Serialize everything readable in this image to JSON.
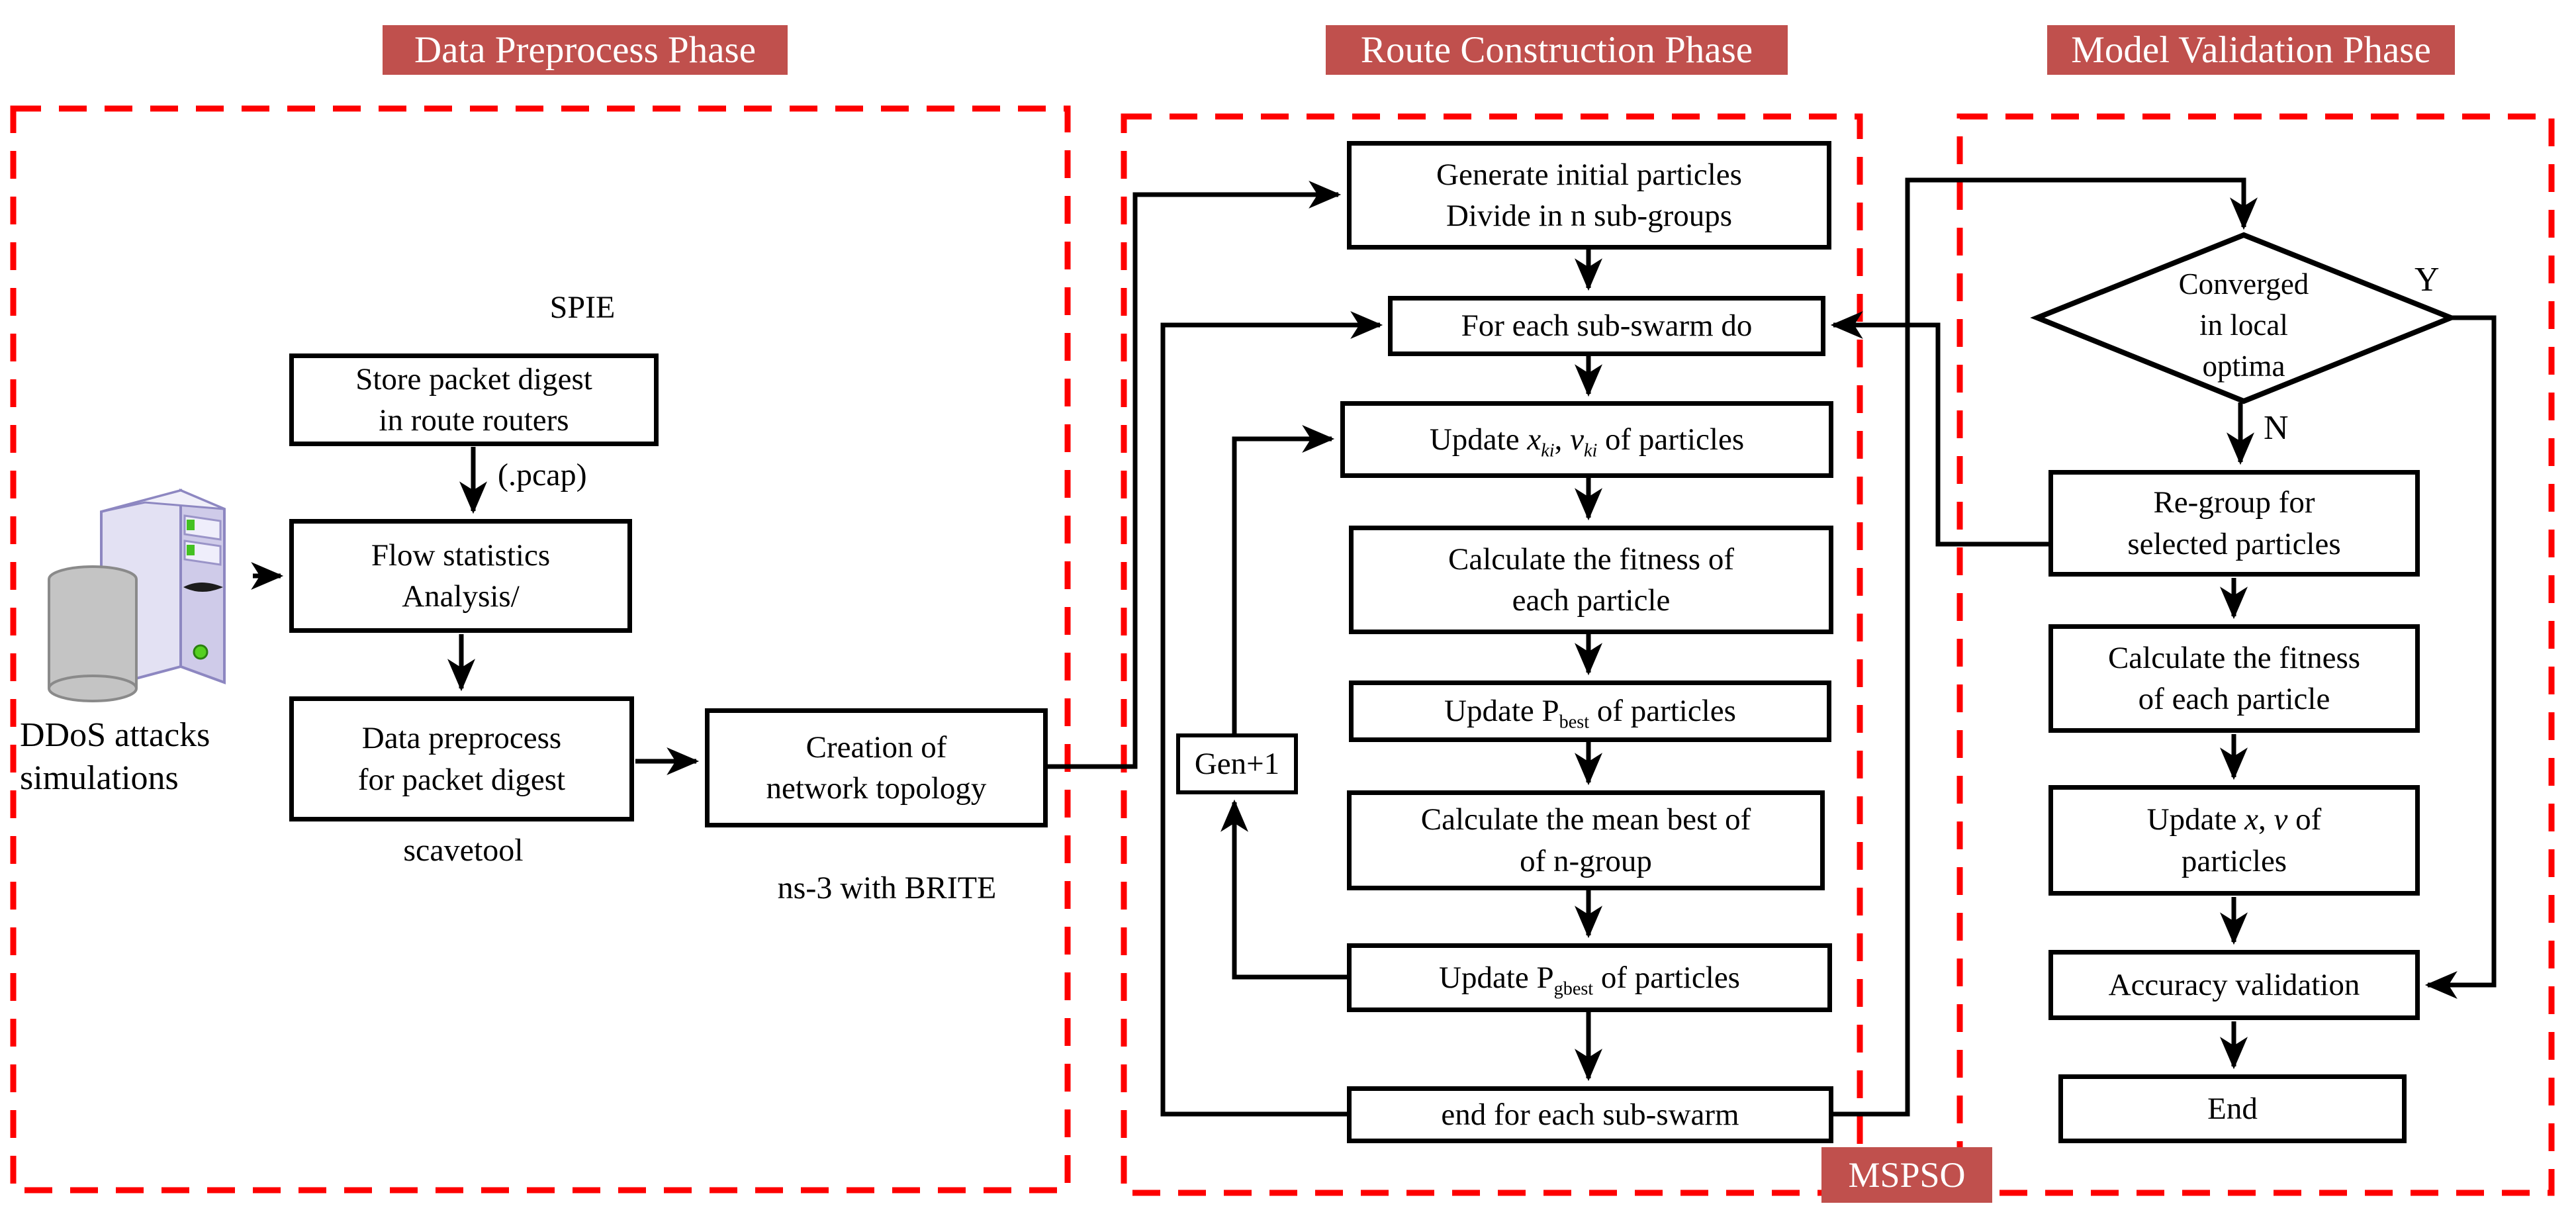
{
  "colors": {
    "accent": "#C0504D",
    "phase_border": "#FE0000",
    "line": "#000000"
  },
  "headers": {
    "preprocess": "Data Preprocess Phase",
    "route": "Route Construction Phase",
    "validation": "Model Validation  Phase"
  },
  "left": {
    "spie": "SPIE",
    "store_box": [
      "Store packet digest",
      "in route routers"
    ],
    "pcap": "(.pcap)",
    "flow_box": [
      "Flow statistics",
      "Analysis/"
    ],
    "server_icon": "server-with-database-icon",
    "ddos": [
      "DDoS attacks",
      "simulations"
    ],
    "preprocess_box": [
      "Data preprocess",
      "for packet digest"
    ],
    "scavetool": "scavetool",
    "creation_box": [
      "Creation of",
      "network topology"
    ],
    "ns3": "ns-3 with BRITE"
  },
  "middle": {
    "generate_box": [
      "Generate initial particles",
      "Divide in n sub-groups"
    ],
    "foreach_box": "For each sub-swarm do",
    "update_xv": {
      "pre": "Update ",
      "x": "x",
      "xsub": "ki",
      "comma": ", ",
      "v": "v",
      "vsub": "ki",
      "post": " of particles"
    },
    "fitness_box": [
      "Calculate the fitness of",
      "each particle"
    ],
    "update_pbest": {
      "pre": "Update P",
      "sub": "best",
      "post": " of particles"
    },
    "gen": "Gen+1",
    "meanbest_box": [
      "Calculate the mean best of",
      "of n-group"
    ],
    "update_pgbest": {
      "pre": "Update P",
      "sub": "gbest",
      "post": " of particles"
    },
    "end_box": "end for each sub-swarm",
    "mspso": "MSPSO"
  },
  "right": {
    "diamond": [
      "Converged",
      "in local",
      "optima"
    ],
    "yes": "Y",
    "no": "N",
    "regroup_box": [
      "Re-group for",
      "selected particles"
    ],
    "fitness_box": [
      "Calculate the fitness",
      "of each particle"
    ],
    "update_xv": {
      "pre": "Update ",
      "x": "x",
      "comma": ", ",
      "v": "v",
      "post": " of",
      "line2": "particles"
    },
    "accuracy_box": "Accuracy  validation",
    "end_box": "End"
  }
}
